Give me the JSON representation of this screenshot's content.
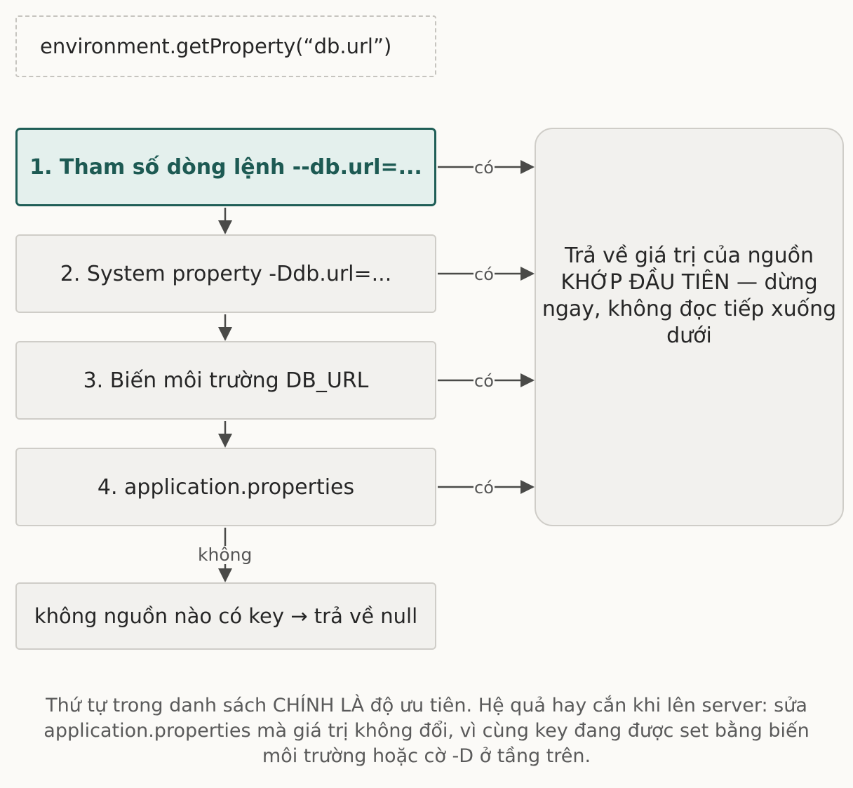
{
  "query": "environment.getProperty(“db.url”)",
  "steps": [
    "1. Tham số dòng lệnh --db.url=...",
    "2. System property -Ddb.url=...",
    "3. Biến môi trường DB_URL",
    "4. application.properties"
  ],
  "yes_label": "có",
  "no_label": "không",
  "null_result": "không nguồn nào có key → trả về null",
  "result": "Trả về giá trị của nguồn KHỚP ĐẦU TIÊN — dừng ngay, không đọc tiếp xuống dưới",
  "footnote": "Thứ tự trong danh sách CHÍNH LÀ độ ưu tiên. Hệ quả hay cắn khi lên server: sửa application.properties mà giá trị không đổi, vì cùng key đang được set bằng biến môi trường hoặc cờ -D ở tầng trên.",
  "colors": {
    "accent": "#1f5e57",
    "accent_fill": "#e4f0ed",
    "box_fill": "#f2f1ee",
    "box_border": "#cfcdc8",
    "arrow": "#4a4a48"
  }
}
